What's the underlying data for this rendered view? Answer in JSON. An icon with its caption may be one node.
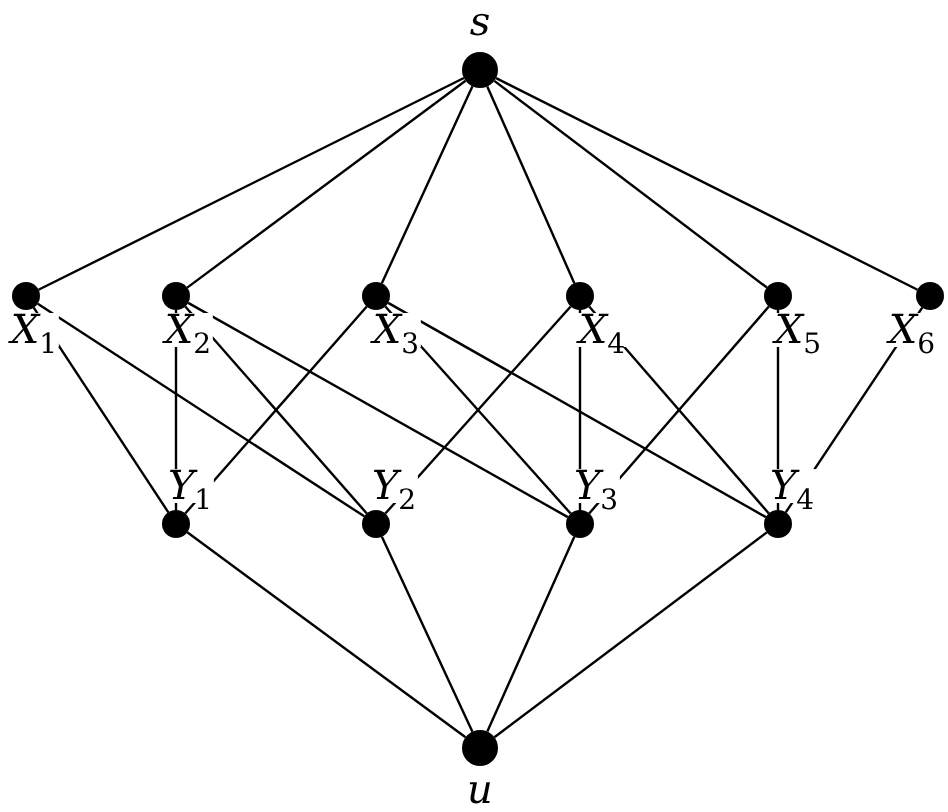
{
  "diagram": {
    "nodes": [
      {
        "text": [
          "s"
        ]
      },
      {
        "text": [
          "*X*$_{1}$"
        ]
      },
      {
        "text": [
          "*X*$_{2}$"
        ]
      },
      {
        "text": [
          "*X*$_{3}$"
        ]
      },
      {
        "text": [
          "*X*$_{4}$"
        ]
      },
      {
        "text": [
          "*X*$_{5}$"
        ]
      },
      {
        "text": [
          "*X*$_{6}$"
        ]
      },
      {
        "text": [
          "*Y*$_{1}$"
        ]
      },
      {
        "text": [
          "*Y*$_{2}$"
        ]
      },
      {
        "text": [
          "*Y*$_{3}$"
        ]
      },
      {
        "text": [
          "*Y*$_{4}$"
        ]
      },
      {
        "text": [
          "u"
        ]
      }
    ],
    "edges": [
      {
        "from": 0,
        "to": 1,
        "arrow": "none"
      },
      {
        "from": 0,
        "to": 2,
        "arrow": "none"
      },
      {
        "from": 0,
        "to": 3,
        "arrow": "none"
      },
      {
        "from": 0,
        "to": 4,
        "arrow": "none"
      },
      {
        "from": 0,
        "to": 5,
        "arrow": "none"
      },
      {
        "from": 0,
        "to": 6,
        "arrow": "none"
      },
      {
        "from": 1,
        "to": 7,
        "arrow": "none"
      },
      {
        "from": 1,
        "to": 8,
        "arrow": "none"
      },
      {
        "from": 2,
        "to": 7,
        "arrow": "none"
      },
      {
        "from": 2,
        "to": 8,
        "arrow": "none"
      },
      {
        "from": 2,
        "to": 9,
        "arrow": "none"
      },
      {
        "from": 3,
        "to": 7,
        "arrow": "none"
      },
      {
        "from": 3,
        "to": 9,
        "arrow": "none"
      },
      {
        "from": 3,
        "to": 10,
        "arrow": "none"
      },
      {
        "from": 4,
        "to": 8,
        "arrow": "none"
      },
      {
        "from": 4,
        "to": 9,
        "arrow": "none"
      },
      {
        "from": 4,
        "to": 10,
        "arrow": "none"
      },
      {
        "from": 5,
        "to": 9,
        "arrow": "none"
      },
      {
        "from": 5,
        "to": 10,
        "arrow": "none"
      },
      {
        "from": 6,
        "to": 10,
        "arrow": "none"
      },
      {
        "from": 7,
        "to": 11,
        "arrow": "none"
      },
      {
        "from": 8,
        "to": 11,
        "arrow": "none"
      },
      {
        "from": 9,
        "to": 11,
        "arrow": "none"
      },
      {
        "from": 10,
        "to": 11,
        "arrow": "none"
      }
    ]
  }
}
